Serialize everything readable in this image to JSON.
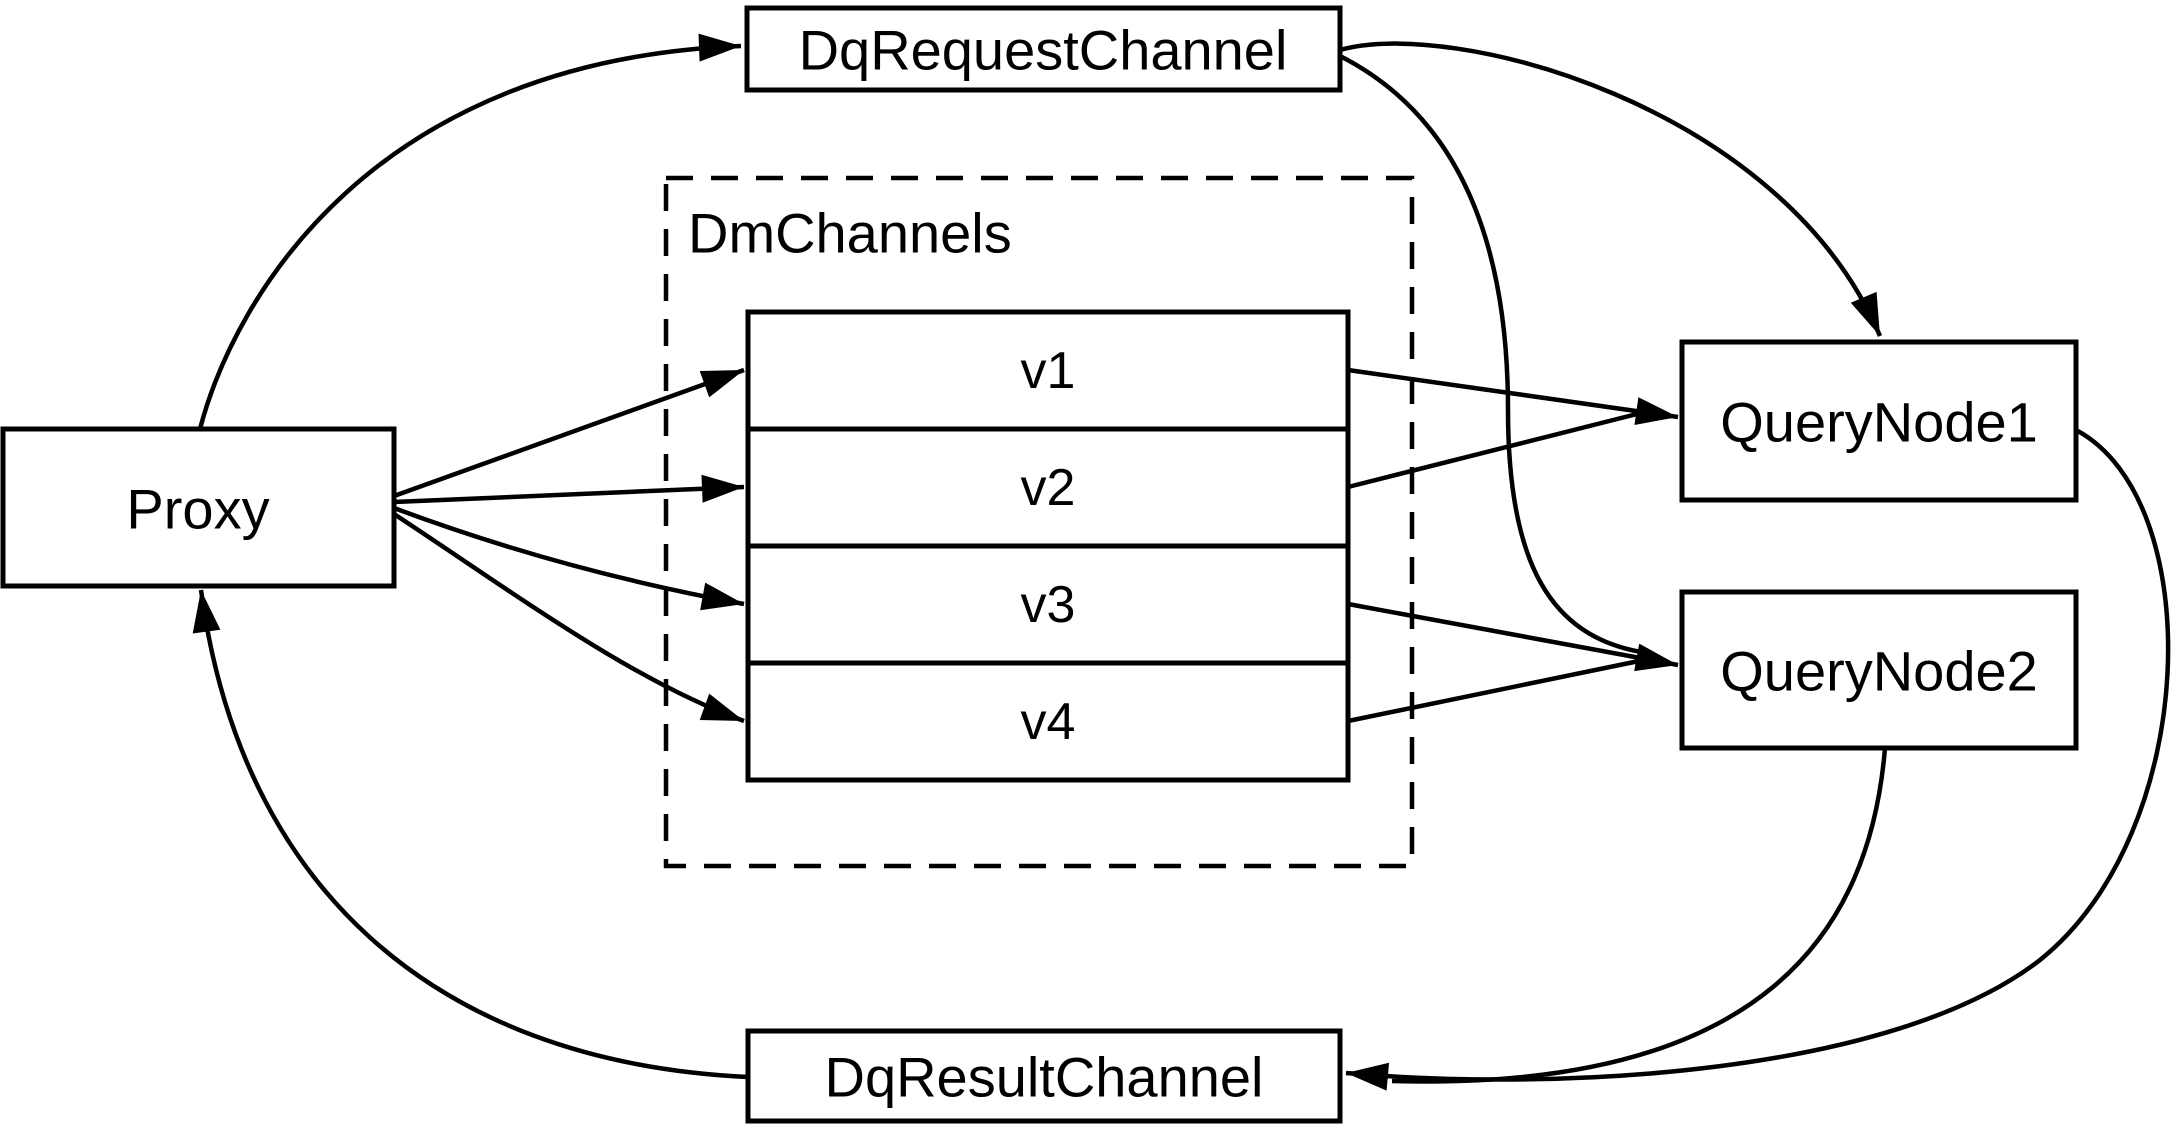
{
  "diagram": {
    "background_color": "#ffffff",
    "stroke_color": "#000000",
    "nodes": {
      "proxy": {
        "label": "Proxy"
      },
      "dq_request_channel": {
        "label": "DqRequestChannel"
      },
      "dq_result_channel": {
        "label": "DqResultChannel"
      },
      "query_node_1": {
        "label": "QueryNode1"
      },
      "query_node_2": {
        "label": "QueryNode2"
      },
      "dm_channels": {
        "label": "DmChannels",
        "channels": [
          "v1",
          "v2",
          "v3",
          "v4"
        ]
      }
    },
    "edges": [
      {
        "from": "Proxy",
        "to": "DqRequestChannel"
      },
      {
        "from": "Proxy",
        "to": "DmChannels.v1"
      },
      {
        "from": "Proxy",
        "to": "DmChannels.v2"
      },
      {
        "from": "Proxy",
        "to": "DmChannels.v3"
      },
      {
        "from": "Proxy",
        "to": "DmChannels.v4"
      },
      {
        "from": "DmChannels.v1",
        "to": "QueryNode1"
      },
      {
        "from": "DmChannels.v2",
        "to": "QueryNode1"
      },
      {
        "from": "DmChannels.v3",
        "to": "QueryNode2"
      },
      {
        "from": "DmChannels.v4",
        "to": "QueryNode2"
      },
      {
        "from": "DqRequestChannel",
        "to": "QueryNode1"
      },
      {
        "from": "DqRequestChannel",
        "to": "QueryNode2"
      },
      {
        "from": "QueryNode1",
        "to": "DqResultChannel"
      },
      {
        "from": "QueryNode2",
        "to": "DqResultChannel"
      },
      {
        "from": "DqResultChannel",
        "to": "Proxy"
      }
    ]
  }
}
